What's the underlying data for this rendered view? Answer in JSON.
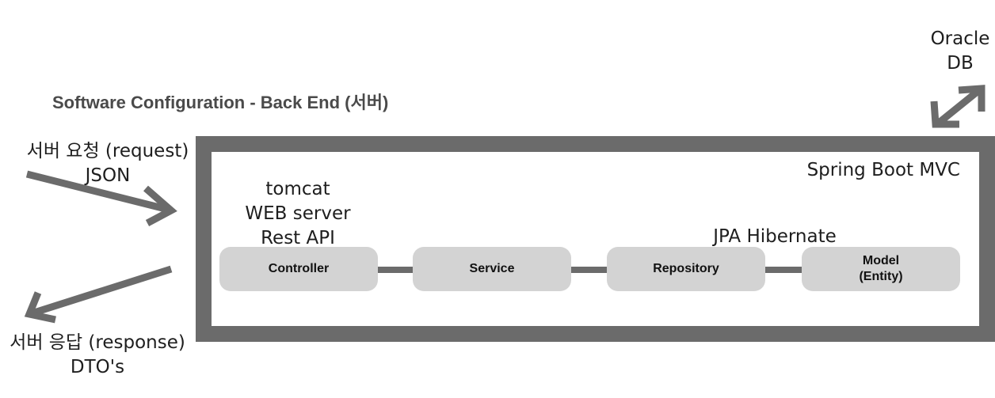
{
  "title": "Software Configuration - Back End (서버)",
  "container": {
    "label": "Spring Boot MVC"
  },
  "labels": {
    "tomcat": [
      "tomcat",
      "WEB server",
      "Rest API"
    ],
    "jpa": "JPA Hibernate",
    "request": [
      "서버 요청 (request)",
      "JSON"
    ],
    "response": [
      "서버 응답 (response)",
      "DTO's"
    ],
    "database": [
      "Oracle",
      "DB"
    ]
  },
  "components": [
    {
      "label": "Controller"
    },
    {
      "label": "Service"
    },
    {
      "label": "Repository"
    },
    {
      "label": "Model",
      "sublabel": "(Entity)"
    }
  ],
  "colors": {
    "frame": "#6b6b6b",
    "component_fill": "#d3d3d3",
    "arrow": "#6b6b6b",
    "title": "#4a4a4a"
  }
}
